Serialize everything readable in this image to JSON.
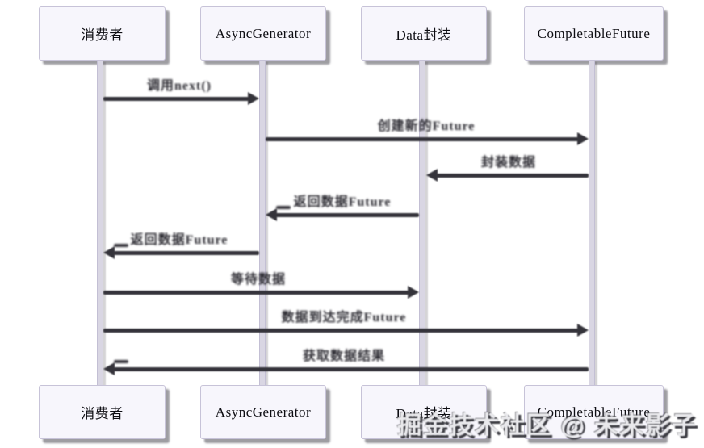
{
  "diagram": {
    "type": "sequence-diagram",
    "participants": [
      {
        "id": "consumer",
        "label": "消费者"
      },
      {
        "id": "async-generator",
        "label": "AsyncGenerator"
      },
      {
        "id": "data-wrapper",
        "label": "Data封装"
      },
      {
        "id": "completable-future",
        "label": "CompletableFuture"
      }
    ],
    "messages": [
      {
        "label": "调用next()",
        "from": "consumer",
        "to": "async-generator",
        "direction": "right"
      },
      {
        "label": "创建新的Future",
        "from": "async-generator",
        "to": "completable-future",
        "direction": "right"
      },
      {
        "label": "封装数据",
        "from": "completable-future",
        "to": "data-wrapper",
        "direction": "left"
      },
      {
        "label": "返回数据Future",
        "from": "data-wrapper",
        "to": "async-generator",
        "direction": "left"
      },
      {
        "label": "返回数据Future",
        "from": "async-generator",
        "to": "consumer",
        "direction": "left"
      },
      {
        "label": "等待数据",
        "from": "consumer",
        "to": "data-wrapper",
        "direction": "right"
      },
      {
        "label": "数据到达完成Future",
        "from": "consumer",
        "to": "completable-future",
        "direction": "right"
      },
      {
        "label": "获取数据结果",
        "from": "completable-future",
        "to": "consumer",
        "direction": "left"
      }
    ],
    "watermark": {
      "text": "掘金技术社区 @ 未来影子"
    }
  },
  "colors": {
    "background": "#ffffff",
    "arrow": "#34333a",
    "label": "#2b2a31",
    "lifeline": "#d9d6e3",
    "box_fill": "#f7f6fc",
    "box_border": "#c7c3d8",
    "shadow": "rgba(62,60,70,0.5)",
    "watermark_fill": "#e9e9ec",
    "watermark_shadow": "#3a3a40"
  }
}
